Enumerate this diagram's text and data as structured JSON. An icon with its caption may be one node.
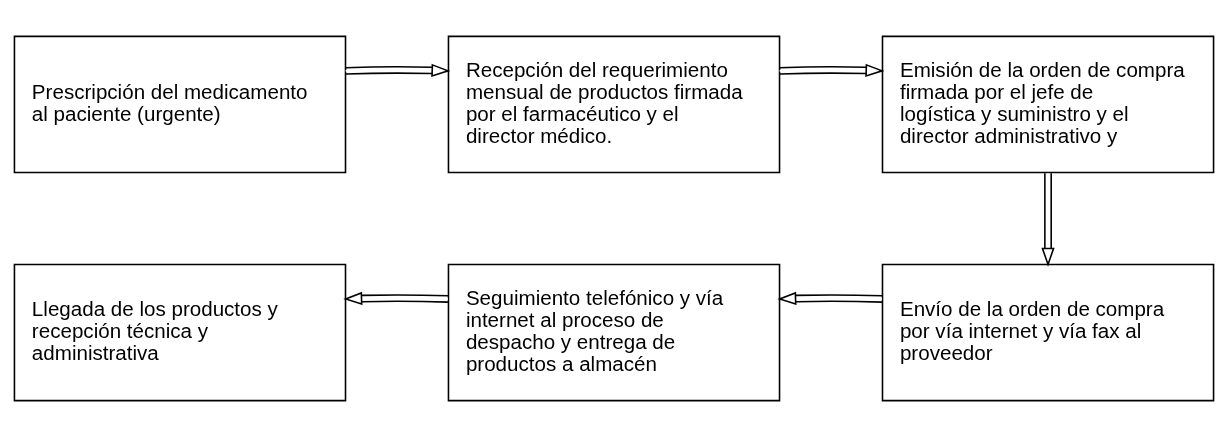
{
  "diagram": {
    "nodes": [
      {
        "text": [
          "Prescripción del medicamento al paciente (urgente)"
        ]
      },
      {
        "text": [
          "Recepción del requerimiento mensual de productos firmada por el farmacéutico y el director médico."
        ]
      },
      {
        "text": [
          "Emisión de la orden de compra firmada por el jefe de logística y suministro y el director administrativo y"
        ]
      },
      {
        "text": [
          "Llegada de los productos y recepción técnica y administrativa"
        ]
      },
      {
        "text": [
          "Seguimiento telefónico y vía internet al proceso de despacho y entrega de productos a almacén"
        ]
      },
      {
        "text": [
          "Envío de la orden de compra por vía internet y vía fax al proveedor"
        ]
      }
    ],
    "edges": [
      {
        "from": 0,
        "to": 1,
        "arrow": "to"
      },
      {
        "from": 1,
        "to": 2,
        "arrow": "to"
      },
      {
        "from": 2,
        "to": 5,
        "arrow": "to"
      },
      {
        "from": 5,
        "to": 4,
        "arrow": "to"
      },
      {
        "from": 4,
        "to": 3,
        "arrow": "to"
      }
    ]
  }
}
